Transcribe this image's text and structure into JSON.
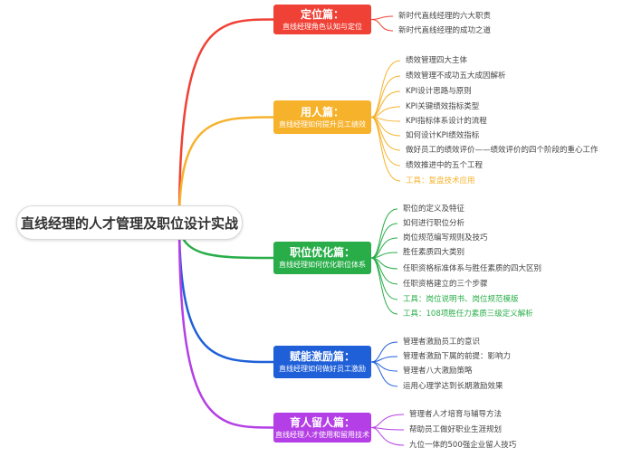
{
  "root": "直线经理的人才管理及职位设计实战",
  "branches": [
    {
      "title": "定位篇：",
      "subtitle": "直线经理角色认知与定位",
      "color": "#f04136",
      "leaves": [
        {
          "text": "新时代直线经理的六大职责",
          "tool": false
        },
        {
          "text": "新时代直线经理的成功之道",
          "tool": false
        }
      ]
    },
    {
      "title": "用人篇：",
      "subtitle": "直线经理如何提升员工绩效",
      "color": "#f7b22c",
      "leaves": [
        {
          "text": "绩效管理四大主体",
          "tool": false
        },
        {
          "text": "绩效管理不成功五大成因解析",
          "tool": false
        },
        {
          "text": "KPI设计思路与原则",
          "tool": false
        },
        {
          "text": "KPI关键绩效指标类型",
          "tool": false
        },
        {
          "text": "KPI指标体系设计的流程",
          "tool": false
        },
        {
          "text": "如何设计KPI绩效指标",
          "tool": false
        },
        {
          "text": "做好员工的绩效评价——绩效评价的四个阶段的重心工作",
          "tool": false
        },
        {
          "text": "绩效推进中的五个工程",
          "tool": false
        },
        {
          "text": "工具：复盘技术应用",
          "tool": true
        }
      ]
    },
    {
      "title": "职位优化篇：",
      "subtitle": "直线经理如何优化职位体系",
      "color": "#28ad48",
      "leaves": [
        {
          "text": "职位的定义及特征",
          "tool": false
        },
        {
          "text": "如何进行职位分析",
          "tool": false
        },
        {
          "text": "岗位规范编写规则及技巧",
          "tool": false
        },
        {
          "text": "胜任素质四大类别",
          "tool": false
        },
        {
          "text": "任职资格标准体系与胜任素质的四大区别",
          "tool": false
        },
        {
          "text": "任职资格建立的三个步骤",
          "tool": false
        },
        {
          "text": "工具：岗位说明书、岗位规范模版",
          "tool": true
        },
        {
          "text": "工具：108项胜任力素质三级定义解析",
          "tool": true
        }
      ]
    },
    {
      "title": "赋能激励篇：",
      "subtitle": "直线经理如何做好员工激励",
      "color": "#1f5fd8",
      "leaves": [
        {
          "text": "管理者激励员工的意识",
          "tool": false
        },
        {
          "text": "管理者激励下属的前提：影响力",
          "tool": false
        },
        {
          "text": "管理者八大激励策略",
          "tool": false
        },
        {
          "text": "运用心理学达到长期激励效果",
          "tool": false
        }
      ]
    },
    {
      "title": "育人留人篇：",
      "subtitle": "直线经理人才使用和留用技术",
      "color": "#b53fe6",
      "leaves": [
        {
          "text": "管理者人才培育与辅导方法",
          "tool": false
        },
        {
          "text": "帮助员工做好职业生涯规划",
          "tool": false
        },
        {
          "text": "九位一体的500强企业留人技巧",
          "tool": false
        }
      ]
    }
  ]
}
